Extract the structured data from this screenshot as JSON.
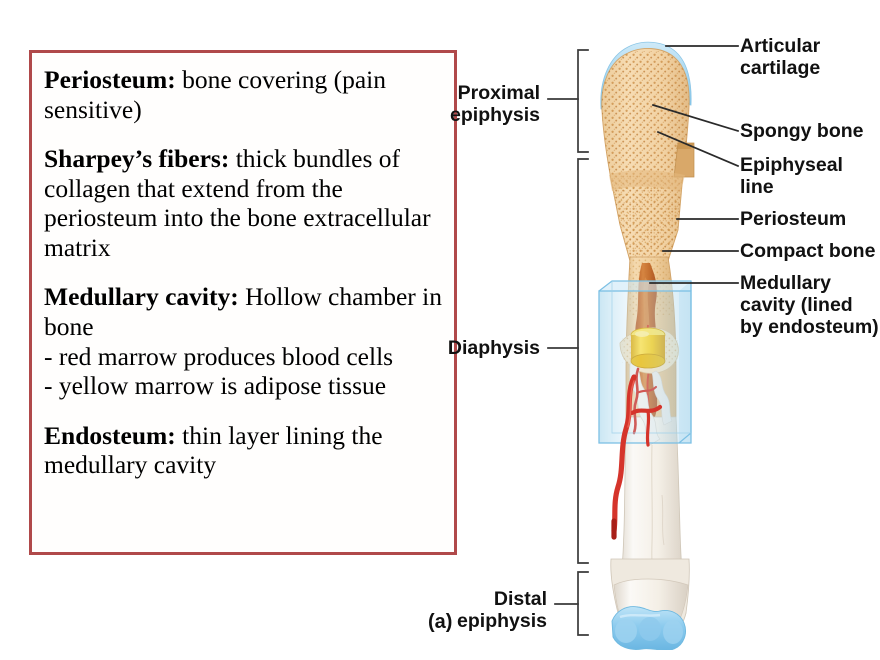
{
  "notes_panel": {
    "border_color": "#b0494a",
    "entries": [
      {
        "term": "Periosteum:",
        "definition": " bone covering (pain sensitive)"
      },
      {
        "term": "Sharpey’s fibers:",
        "definition": " thick bundles of collagen that extend from the periosteum into the bone extracellular matrix"
      },
      {
        "term": "Medullary cavity:",
        "definition": " Hollow chamber in bone"
      },
      {
        "term": "Endosteum:",
        "definition": " thin layer lining the medullary cavity"
      }
    ],
    "bullets": [
      "- red marrow produces blood cells",
      "- yellow marrow is adipose tissue"
    ]
  },
  "figure": {
    "marker": "(a)",
    "left_labels": [
      {
        "id": "proximal-epiphysis",
        "text": "Proximal\nepiphysis"
      },
      {
        "id": "diaphysis",
        "text": "Diaphysis"
      },
      {
        "id": "distal-epiphysis",
        "text": "Distal\nepiphysis"
      }
    ],
    "right_labels": [
      {
        "id": "articular-cartilage",
        "text": "Articular\ncartilage"
      },
      {
        "id": "spongy-bone",
        "text": "Spongy bone"
      },
      {
        "id": "epiphyseal-line",
        "text": "Epiphyseal\nline"
      },
      {
        "id": "periosteum",
        "text": "Periosteum"
      },
      {
        "id": "compact-bone",
        "text": "Compact bone"
      },
      {
        "id": "medullary-cavity",
        "text": "Medullary\ncavity (lined\nby endosteum)"
      }
    ],
    "colors": {
      "cartilage": "#a8d8ee",
      "spongy_bone": "#f2d2a0",
      "compact_bone": "#e8c894",
      "marrow_red": "#c4692f",
      "marrow_yellow": "#f6cf1e",
      "blood_vessel": "#d62524",
      "inset_box": "#bfe2f4",
      "shaft_pale": "#f3efe8"
    }
  }
}
